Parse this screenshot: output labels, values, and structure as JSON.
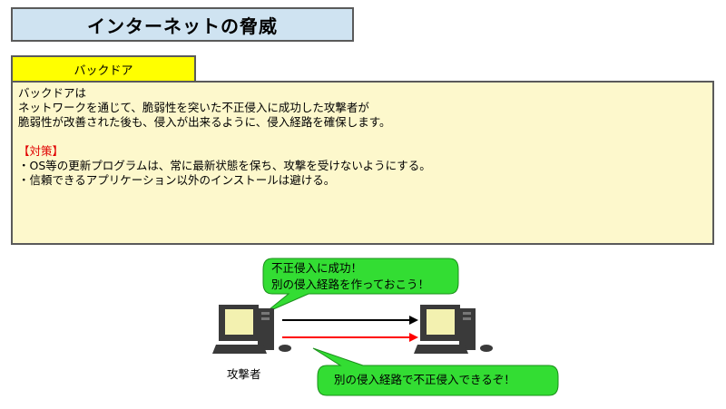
{
  "title": "インターネットの脅威",
  "tab_label": "バックドア",
  "content": {
    "lines": [
      "バックドアは",
      "ネットワークを通じて、脆弱性を突いた不正侵入に成功した攻撃者が",
      "脆弱性が改善された後も、侵入が出来るように、侵入経路を確保します。"
    ],
    "countermeasure_heading": "【対策】",
    "countermeasures": [
      "・OS等の更新プログラムは、常に最新状態を保ち、攻撃を受けないようにする。",
      "・信頼できるアプリケーション以外のインストールは避ける。"
    ]
  },
  "diagram": {
    "bubble_top": [
      "不正侵入に成功！",
      "別の侵入経路を作っておこう！"
    ],
    "bubble_bottom": "別の侵入経路で不正侵入できるぞ！",
    "attacker_label": "攻撃者",
    "colors": {
      "bubble": "#33dd33",
      "arrow_primary": "#000000",
      "arrow_secondary": "#ff0000"
    }
  }
}
